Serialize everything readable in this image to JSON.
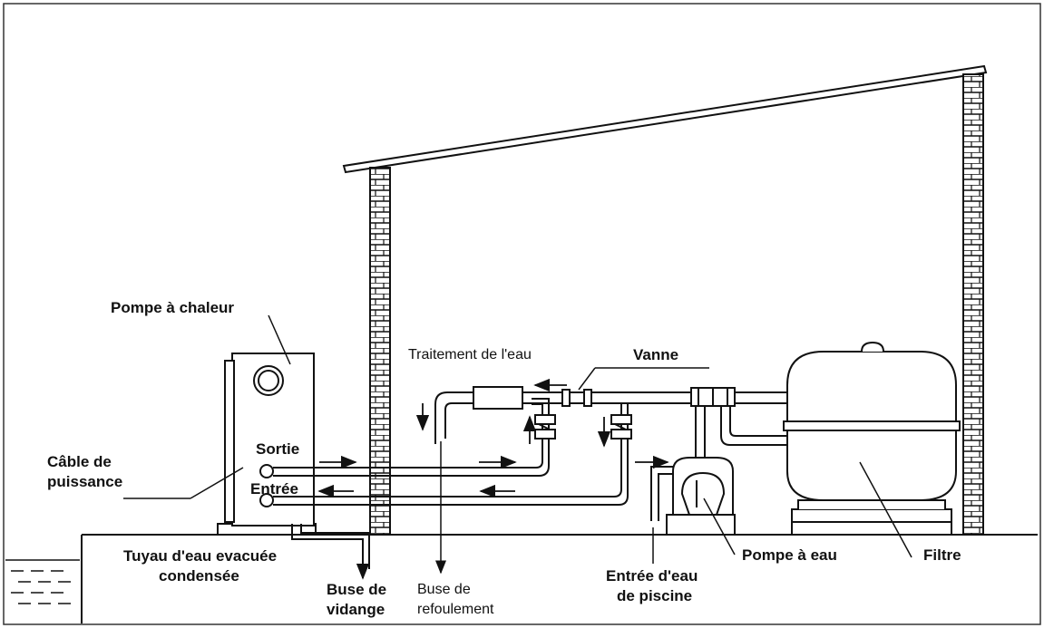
{
  "labels": {
    "heat_pump": "Pompe à chaleur",
    "power_cable_line1": "Câble de",
    "power_cable_line2": "puissance",
    "outlet": "Sortie",
    "inlet": "Entrée",
    "water_treatment": "Traitement de l'eau",
    "valve": "Vanne",
    "condensate_line1": "Tuyau d'eau evacuée",
    "condensate_line2": "condensée",
    "drain_nozzle_line1": "Buse de",
    "drain_nozzle_line2": "vidange",
    "return_nozzle_line1": "Buse de",
    "return_nozzle_line2": "refoulement",
    "pool_inlet_line1": "Entrée d'eau",
    "pool_inlet_line2": "de piscine",
    "water_pump": "Pompe à eau",
    "filter": "Filtre"
  },
  "colors": {
    "line": "#111111",
    "background": "#ffffff"
  }
}
